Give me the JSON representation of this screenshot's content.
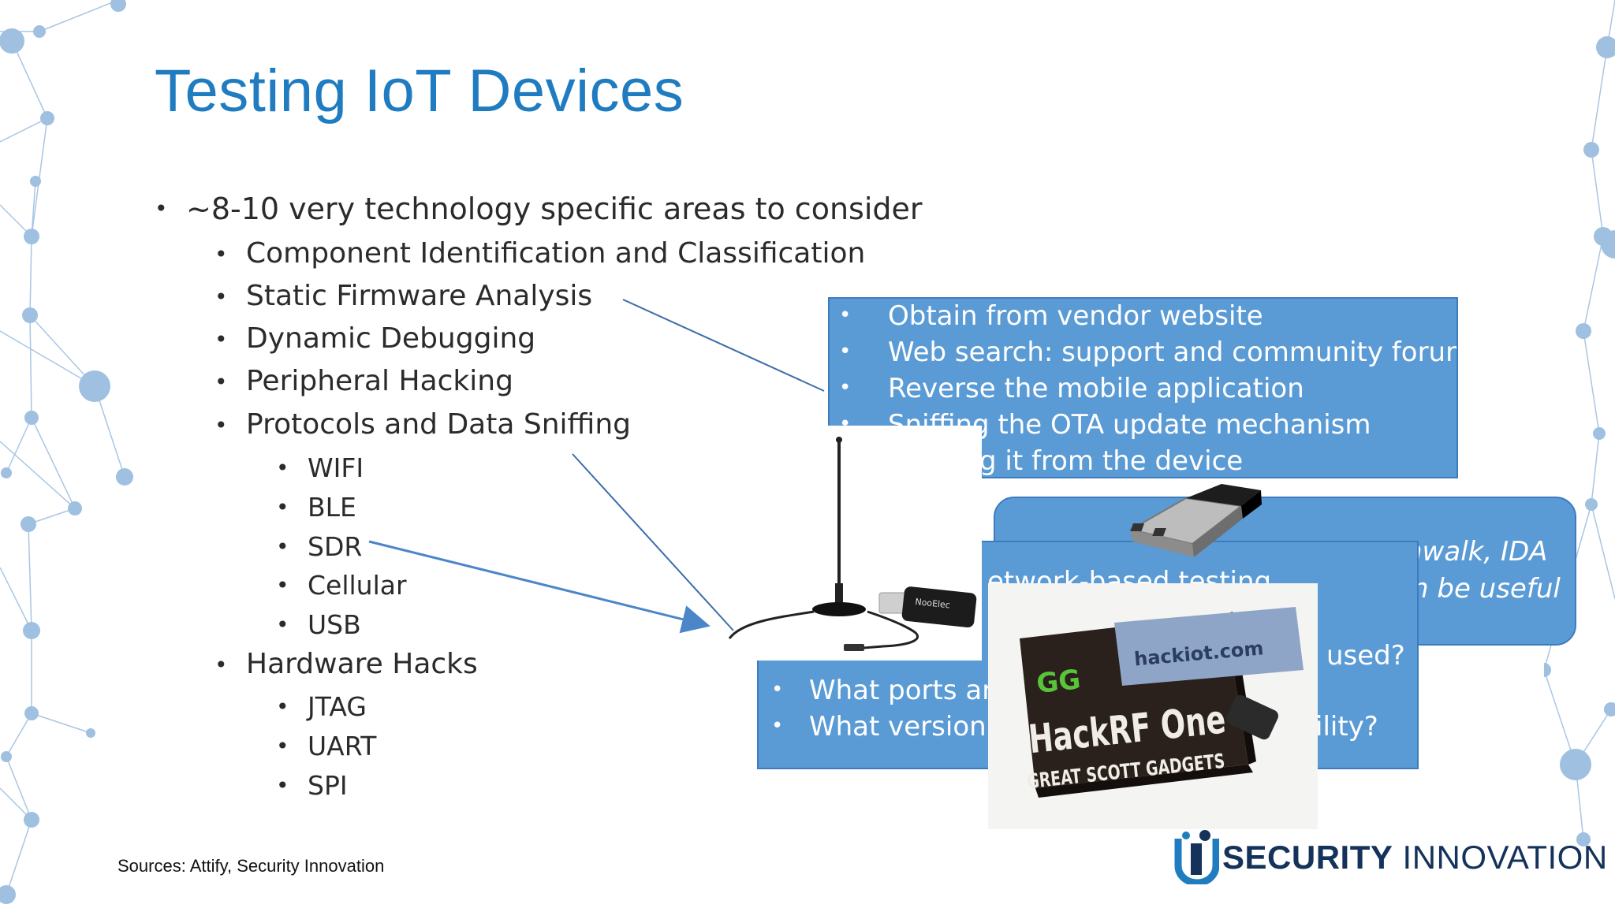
{
  "slide": {
    "title": "Testing IoT Devices",
    "intro": "~8-10 very technology specific areas to consider",
    "areas": [
      "Component Identification and Classification",
      "Static Firmware Analysis",
      "Dynamic Debugging",
      "Peripheral Hacking",
      "Protocols and Data Sniffing"
    ],
    "protocols": [
      "WIFI",
      "BLE",
      "SDR",
      "Cellular",
      "USB"
    ],
    "hardware_title": "Hardware Hacks",
    "hardware": [
      "JTAG",
      "UART",
      "SPI"
    ],
    "source": "Sources: Attify, Security Innovation"
  },
  "firmware_box": {
    "items": [
      "Obtain from vendor website",
      "Web search: support and community forums",
      "Reverse the mobile application",
      "Sniffing the OTA update mechanism",
      "g it from the device"
    ]
  },
  "tools_box": {
    "line1": "nwalk, IDA",
    "line2": "n be useful"
  },
  "ports_box": {
    "fragment_top": "etwork-based testing",
    "fragment_used": "used?",
    "item1": "What ports are",
    "item2": "What version is",
    "item2_tail": "ility?"
  },
  "images": {
    "antenna_label": "NooElec",
    "hackrf_brand": "HackRF One",
    "hackrf_maker": "GREAT SCOTT GADGETS",
    "hackrf_sticker": "hackiot.com"
  },
  "logo": {
    "bold": "SECURITY",
    "light": "INNOVATION"
  },
  "colors": {
    "title": "#1f7cc0",
    "box_fill": "#5b9bd5",
    "box_border": "#3d7bbf",
    "network": "#9fc0e0"
  }
}
